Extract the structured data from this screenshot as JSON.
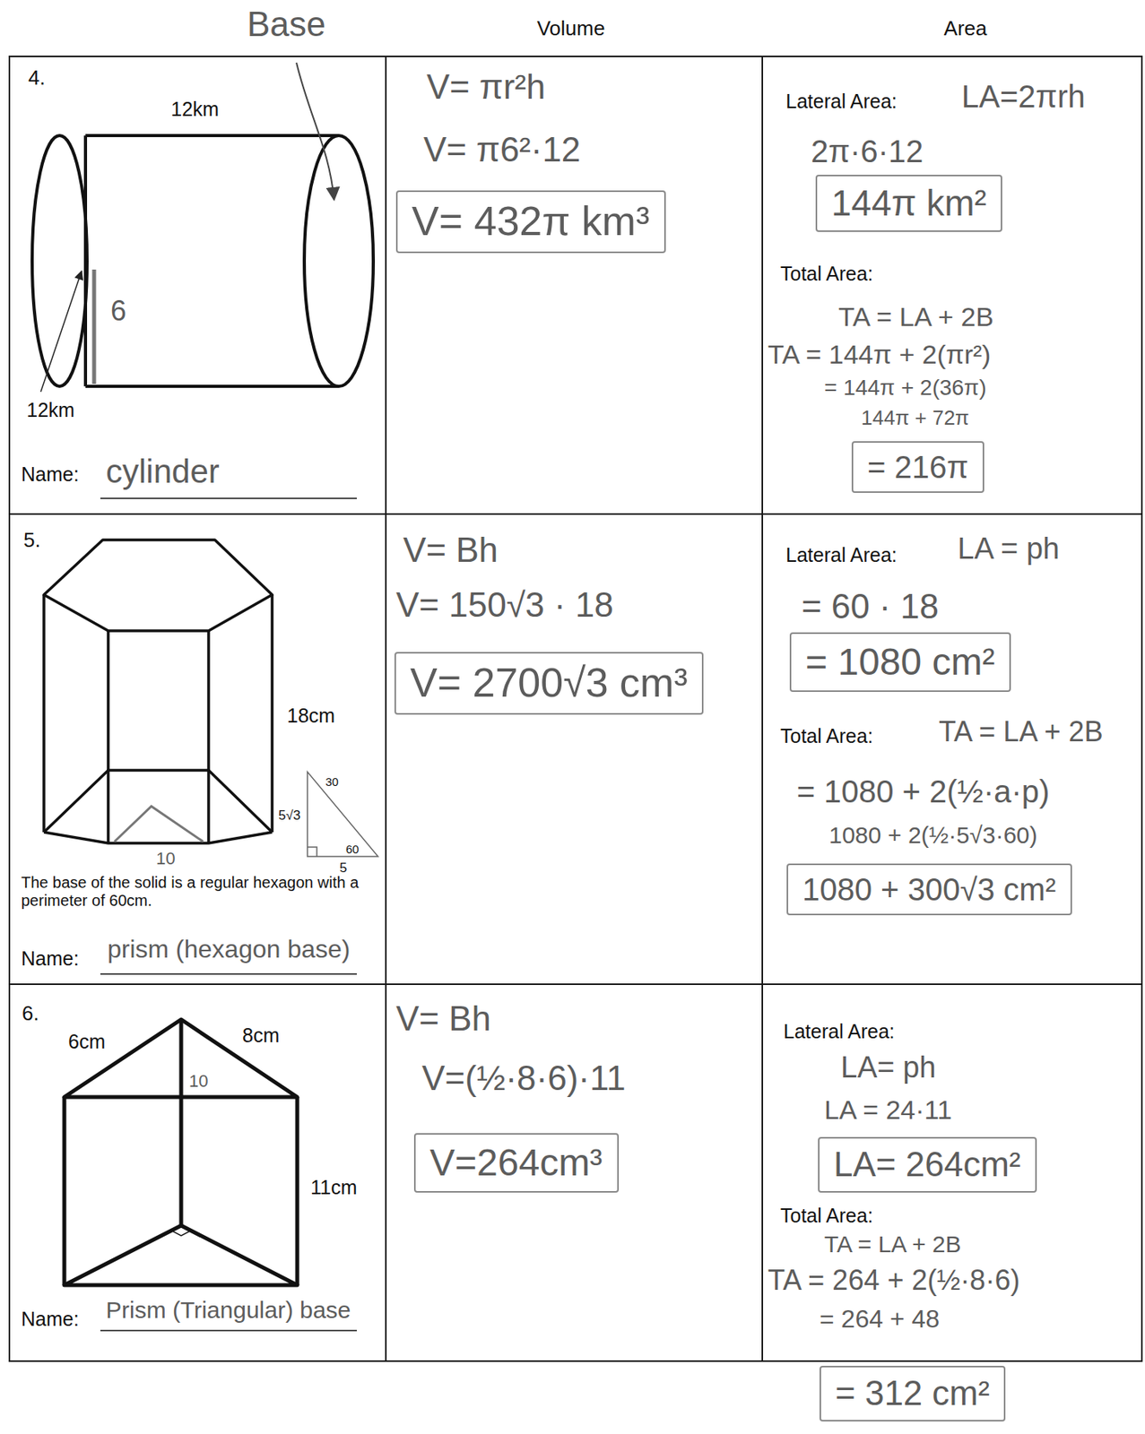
{
  "diagram": {
    "nodes": [
      {
        "text": [
          "4.",
          "12km",
          "6",
          "12km",
          "Name:",
          "cylinder"
        ]
      },
      {
        "text": [
          "V= πr²h",
          "V= π6²·12"
        ]
      },
      {
        "text": [
          "V= 432π km³"
        ],
        "in": 1
      },
      {
        "text": [
          "Lateral Area:",
          "LA=2πrh",
          "2π·6·12",
          "Total Area:",
          "TA = LA + 2B",
          "TA = 144π + 2(πr²)",
          "= 144π + 2(36π)",
          "144π + 72π"
        ]
      },
      {
        "text": [
          "144π km²"
        ],
        "in": 3
      },
      {
        "text": [
          "= 216π"
        ],
        "in": 3
      },
      {
        "text": [
          "5.",
          "18cm",
          "30",
          "5√3",
          "60",
          "5",
          "10",
          "The base of the solid is a regular hexagon with a perimeter of 60cm.",
          "Name:",
          "prism (hexagon base)"
        ]
      },
      {
        "text": [
          "V= Bh",
          "V= 150√3 · 18"
        ]
      },
      {
        "text": [
          "V= 2700√3 cm³"
        ],
        "in": 7
      },
      {
        "text": [
          "Lateral Area:",
          "LA = ph",
          "= 60 · 18",
          "Total Area:",
          "TA = LA + 2B",
          "= 1080 + 2(½·a·p)",
          "1080 + 2(½·5√3·60)"
        ]
      },
      {
        "text": [
          "= 1080 cm²"
        ],
        "in": 9
      },
      {
        "text": [
          "1080 + 300√3 cm²"
        ],
        "in": 9
      },
      {
        "text": [
          "6.",
          "6cm",
          "8cm",
          "10",
          "11cm",
          "Name:",
          "Prism (Triangular) base"
        ]
      },
      {
        "text": [
          "V= Bh",
          "V=(½·8·6)·11"
        ]
      },
      {
        "text": [
          "V=264cm³"
        ],
        "in": 13
      },
      {
        "text": [
          "Lateral Area:",
          "LA= ph",
          "LA = 24·11",
          "Total Area:",
          "TA = LA + 2B",
          "TA = 264 + 2(½·8·6)",
          "= 264 + 48"
        ]
      },
      {
        "text": [
          "LA= 264cm²"
        ],
        "in": 15
      },
      {
        "text": [
          "= 312 cm²"
        ],
        "in": 15
      }
    ],
    "labels": [
      "Base",
      "Volume",
      "Area"
    ]
  }
}
